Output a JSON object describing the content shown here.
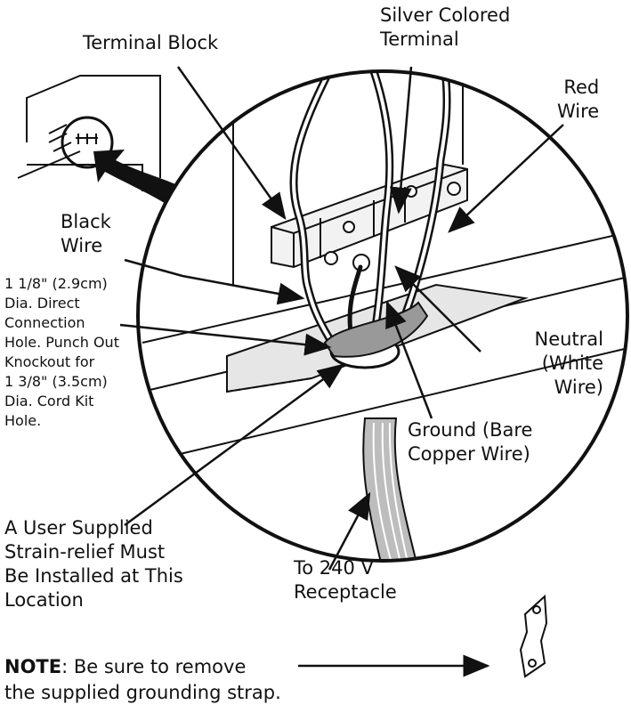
{
  "labels": {
    "terminal_block": "Terminal Block",
    "silver_terminal": "Silver Colored\nTerminal",
    "red_wire": "Red\nWire",
    "black_wire": "Black\nWire",
    "hole_note": "1 1/8\" (2.9cm)\nDia. Direct\nConnection\nHole. Punch Out\nKnockout for\n1 3/8\" (3.5cm)\nDia. Cord Kit\nHole.",
    "neutral_wire": "Neutral\n(White\nWire)",
    "ground_wire": "Ground (Bare\nCopper Wire)",
    "strain_relief": "A User Supplied\nStrain-relief Must\nBe Installed at This\nLocation",
    "receptacle": "To 240 V\nReceptacle"
  },
  "note": {
    "prefix": "NOTE",
    "text": ": Be sure to remove",
    "line2": "the supplied grounding strap."
  }
}
